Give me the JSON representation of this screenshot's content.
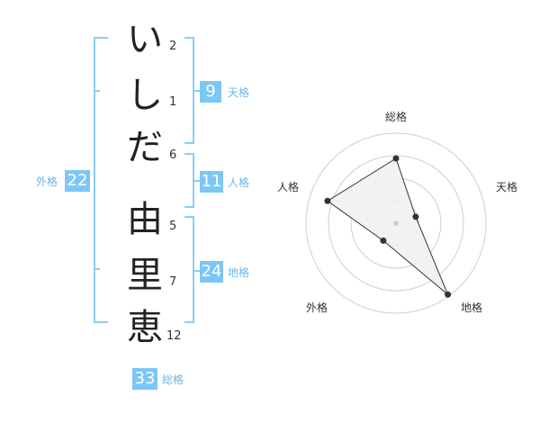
{
  "name": {
    "chars": [
      {
        "char": "い",
        "strokes": "2"
      },
      {
        "char": "し",
        "strokes": "1"
      },
      {
        "char": "だ",
        "strokes": "6"
      },
      {
        "char": "由",
        "strokes": "5"
      },
      {
        "char": "里",
        "strokes": "7"
      },
      {
        "char": "恵",
        "strokes": "12"
      }
    ]
  },
  "fortune": {
    "tenkaku": {
      "value": "9",
      "label": "天格"
    },
    "jinkaku": {
      "value": "11",
      "label": "人格"
    },
    "chikaku": {
      "value": "24",
      "label": "地格"
    },
    "gaikaku": {
      "value": "22",
      "label": "外格"
    },
    "soukaku": {
      "value": "33",
      "label": "総格"
    }
  },
  "radar": {
    "axes": [
      "総格",
      "天格",
      "地格",
      "外格",
      "人格"
    ],
    "values": [
      0.72,
      0.23,
      0.98,
      0.24,
      0.8
    ],
    "rings": 4,
    "colors": {
      "ring": "#cfcfcf",
      "fill": "#f0f0f0",
      "stroke": "#333333",
      "point": "#333333",
      "center": "#d0d0d0"
    }
  }
}
